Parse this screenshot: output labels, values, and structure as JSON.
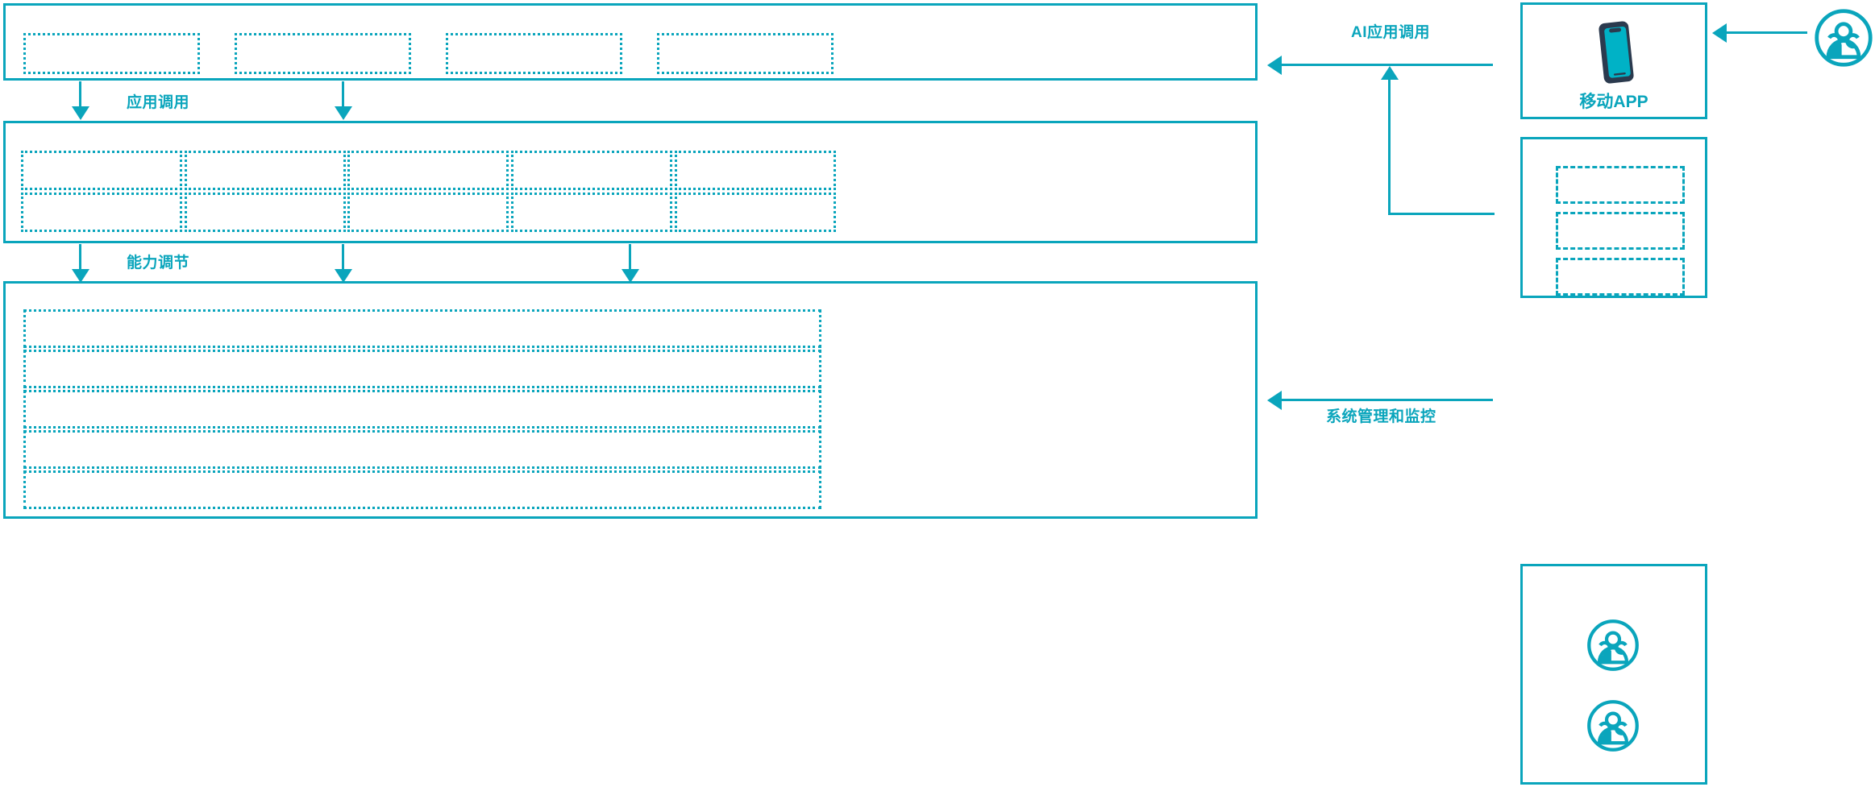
{
  "theme": {
    "accent": "#0AA5BC",
    "device_dark": "#2B3A4E",
    "device_screen": "#00B2C6",
    "background": "#FFFFFF"
  },
  "diagram": {
    "type": "layered-architecture",
    "layers": [
      {
        "name": "application-layer",
        "cells": [
          "",
          "",
          "",
          ""
        ],
        "cell_count": 4
      },
      {
        "name": "capability-layer",
        "rows": 2,
        "columns": 5,
        "cells": [
          "",
          "",
          "",
          "",
          "",
          "",
          "",
          "",
          "",
          ""
        ],
        "cell_count": 10
      },
      {
        "name": "platform-layer",
        "rows": 5,
        "cells": [
          "",
          "",
          "",
          "",
          ""
        ],
        "cell_count": 5
      }
    ],
    "flows": [
      {
        "id": "app-call",
        "label": "应用调用",
        "direction": "down",
        "arrow_count": 2
      },
      {
        "id": "capability-adjust",
        "label": "能力调节",
        "direction": "down",
        "arrow_count": 3
      },
      {
        "id": "ai-app-call",
        "label": "AI应用调用",
        "direction": "left"
      },
      {
        "id": "sys-manage-monitor",
        "label": "系统管理和监控",
        "direction": "left"
      }
    ]
  },
  "side_panels": [
    {
      "id": "mobile-app-panel",
      "label": "移动APP",
      "icon": "mobile-phone-icon",
      "cells": []
    },
    {
      "id": "channel-panel",
      "label": "",
      "cells": [
        "",
        "",
        ""
      ],
      "cell_count": 3
    },
    {
      "id": "admin-panel",
      "label": "",
      "icons": [
        "user-group-icon",
        "user-group-icon"
      ]
    }
  ],
  "actors": [
    {
      "id": "end-user",
      "icon": "user-group-icon",
      "label": ""
    }
  ]
}
